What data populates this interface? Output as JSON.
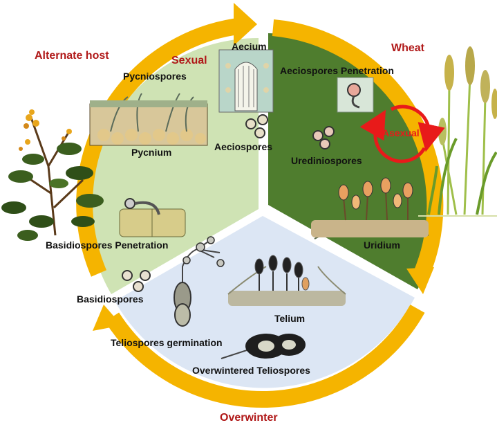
{
  "sections": {
    "alternate_host": "Alternate host",
    "wheat": "Wheat",
    "overwinter": "Overwinter"
  },
  "phases": {
    "sexual": "Sexual",
    "asexual": "Asexual"
  },
  "labels": {
    "aecium": "Aecium",
    "pycniospores": "Pycniospores",
    "pycnium": "Pycnium",
    "aeciospores": "Aeciospores",
    "aeciospores_penetration": "Aeciospores  Penetration",
    "urediniospores": "Urediniospores",
    "uridium": "Uridium",
    "basidiospores_penetration": "Basidiospores  Penetration",
    "basidiospores": "Basidiospores",
    "telium": "Telium",
    "teliospores_germination": "Teliospores  germination",
    "overwintered_teliospores": "Overwintered  Teliospores"
  },
  "colors": {
    "arrow": "#f5b400",
    "alternate_host_sector": "#cfe3b4",
    "wheat_sector": "#4f7d2e",
    "overwinter_sector": "#dce6f4",
    "label_red": "#b01818",
    "asexual_cycle": "#e81a1a"
  }
}
